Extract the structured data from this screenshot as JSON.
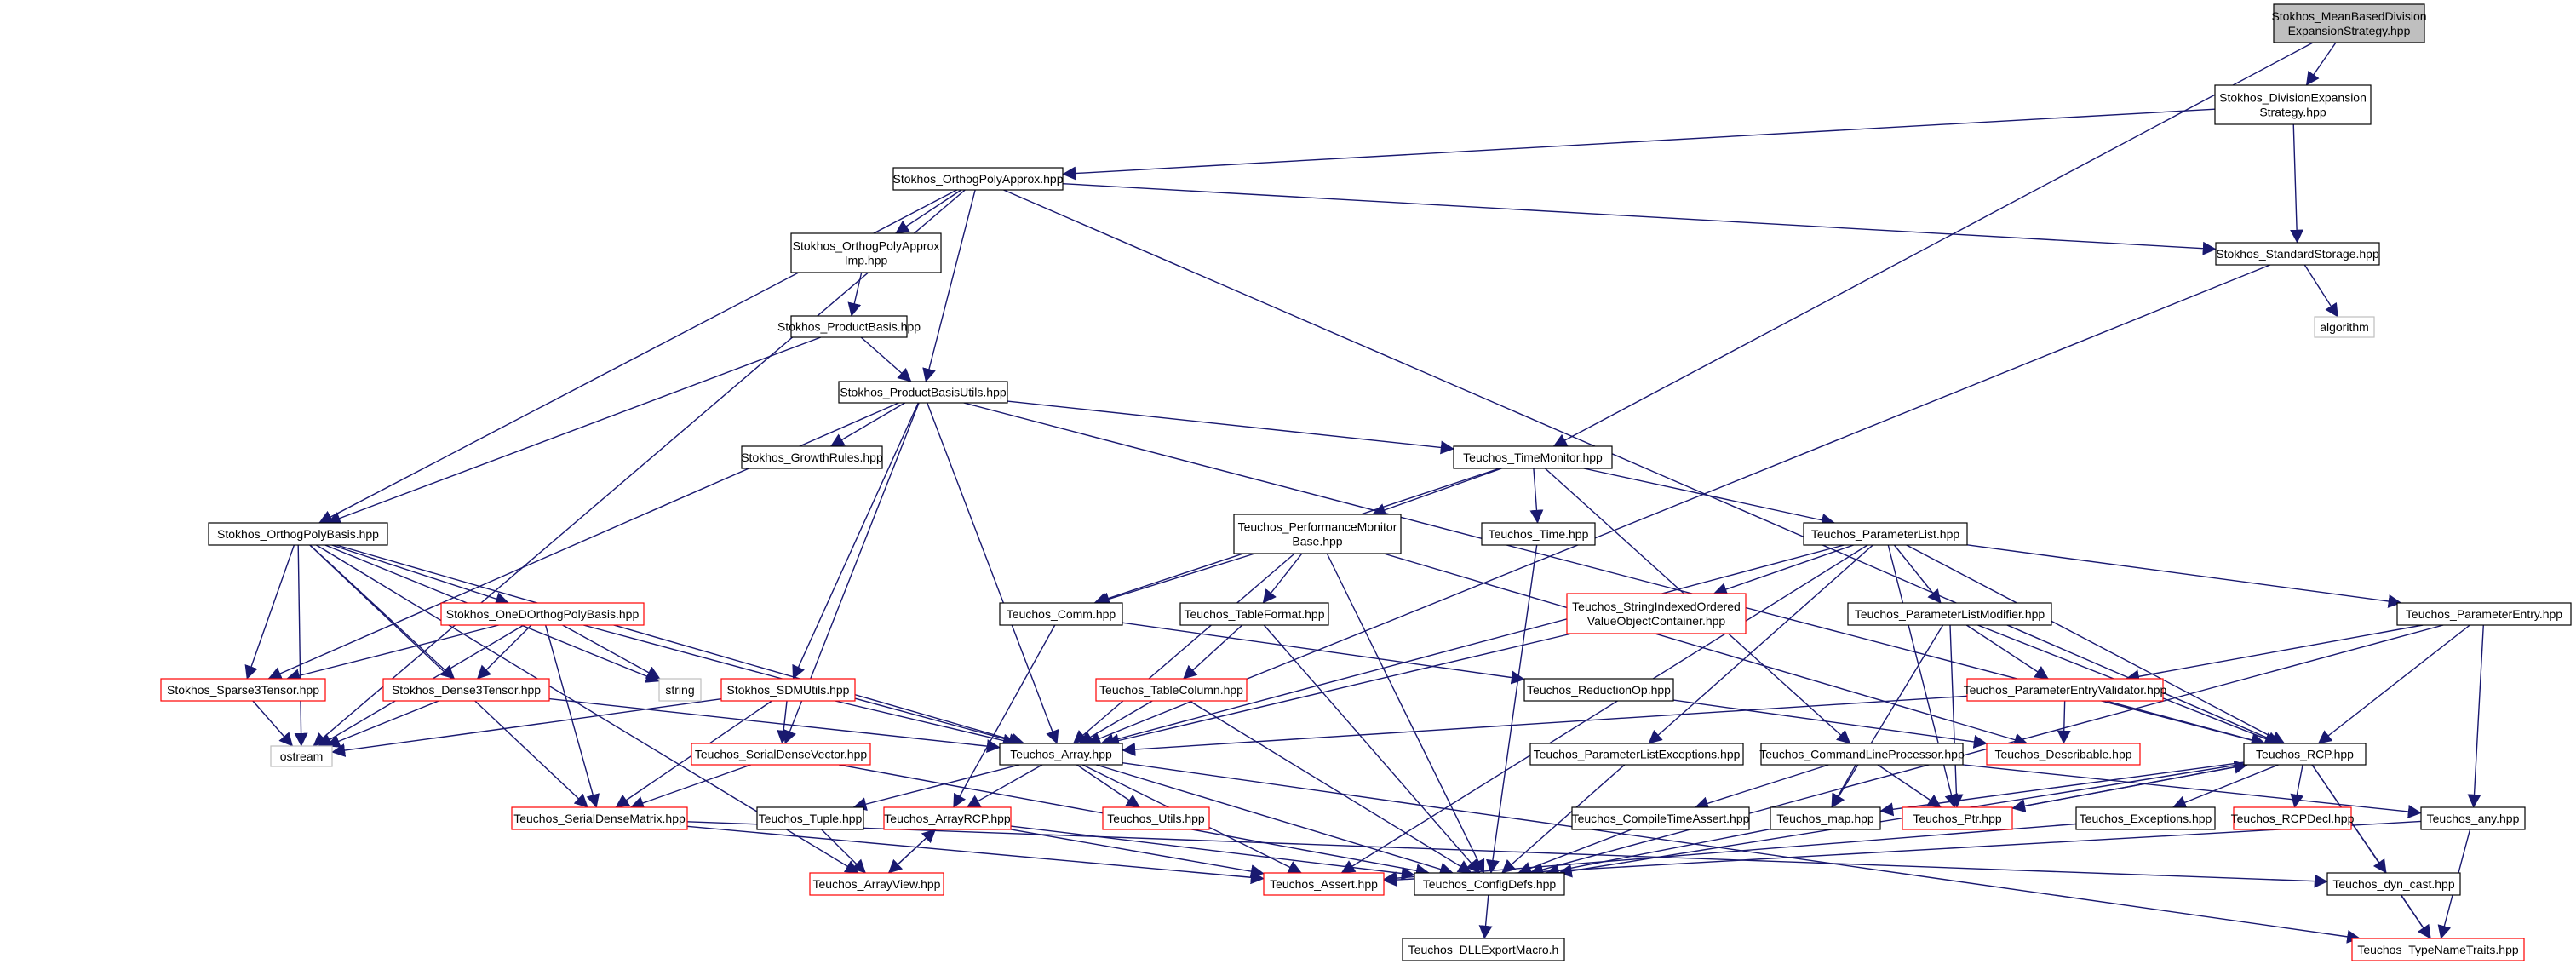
{
  "colors": {
    "edge": "#191970",
    "border_default": "#000000",
    "border_red": "#ff0000",
    "border_gray": "#bfbfbf",
    "root_fill": "#bfbfbf",
    "fill": "#ffffff"
  },
  "nodes": {
    "n1": {
      "lines": [
        "Stokhos_MeanBasedDivision",
        "ExpansionStrategy.hpp"
      ],
      "style": "root"
    },
    "n2": {
      "lines": [
        "Stokhos_DivisionExpansion",
        "Strategy.hpp"
      ],
      "style": "black"
    },
    "n3": {
      "lines": [
        "Stokhos_OrthogPolyApprox.hpp"
      ],
      "style": "black"
    },
    "n4": {
      "lines": [
        "Stokhos_OrthogPolyApprox",
        "Imp.hpp"
      ],
      "style": "black"
    },
    "n5": {
      "lines": [
        "Stokhos_ProductBasis.hpp"
      ],
      "style": "black"
    },
    "n6": {
      "lines": [
        "Stokhos_ProductBasisUtils.hpp"
      ],
      "style": "black"
    },
    "n7": {
      "lines": [
        "Stokhos_StandardStorage.hpp"
      ],
      "style": "black"
    },
    "n8": {
      "lines": [
        "algorithm"
      ],
      "style": "gray"
    },
    "n9": {
      "lines": [
        "Stokhos_GrowthRules.hpp"
      ],
      "style": "black"
    },
    "n10": {
      "lines": [
        "Teuchos_TimeMonitor.hpp"
      ],
      "style": "black"
    },
    "n11": {
      "lines": [
        "Stokhos_OrthogPolyBasis.hpp"
      ],
      "style": "black"
    },
    "n12": {
      "lines": [
        "Teuchos_PerformanceMonitor",
        "Base.hpp"
      ],
      "style": "black"
    },
    "n13": {
      "lines": [
        "Teuchos_Time.hpp"
      ],
      "style": "black"
    },
    "n14": {
      "lines": [
        "Teuchos_ParameterList.hpp"
      ],
      "style": "black"
    },
    "n15": {
      "lines": [
        "Stokhos_OneDOrthogPolyBasis.hpp"
      ],
      "style": "red"
    },
    "n16": {
      "lines": [
        "Teuchos_Comm.hpp"
      ],
      "style": "black"
    },
    "n17": {
      "lines": [
        "Teuchos_TableFormat.hpp"
      ],
      "style": "black"
    },
    "n18": {
      "lines": [
        "Teuchos_StringIndexedOrdered",
        "ValueObjectContainer.hpp"
      ],
      "style": "red"
    },
    "n19": {
      "lines": [
        "Teuchos_ParameterListModifier.hpp"
      ],
      "style": "black"
    },
    "n20": {
      "lines": [
        "Teuchos_ParameterEntry.hpp"
      ],
      "style": "black"
    },
    "n21": {
      "lines": [
        "Stokhos_Sparse3Tensor.hpp"
      ],
      "style": "red"
    },
    "n22": {
      "lines": [
        "Stokhos_Dense3Tensor.hpp"
      ],
      "style": "red"
    },
    "n23": {
      "lines": [
        "string"
      ],
      "style": "gray"
    },
    "n24": {
      "lines": [
        "Stokhos_SDMUtils.hpp"
      ],
      "style": "red"
    },
    "n25": {
      "lines": [
        "Teuchos_TableColumn.hpp"
      ],
      "style": "red"
    },
    "n26": {
      "lines": [
        "Teuchos_ReductionOp.hpp"
      ],
      "style": "black"
    },
    "n27": {
      "lines": [
        "Teuchos_ParameterEntryValidator.hpp"
      ],
      "style": "red"
    },
    "n28": {
      "lines": [
        "ostream"
      ],
      "style": "gray"
    },
    "n29": {
      "lines": [
        "Teuchos_SerialDenseVector.hpp"
      ],
      "style": "red"
    },
    "n30": {
      "lines": [
        "Teuchos_Array.hpp"
      ],
      "style": "black"
    },
    "n31": {
      "lines": [
        "Teuchos_ParameterListExceptions.hpp"
      ],
      "style": "black"
    },
    "n32": {
      "lines": [
        "Teuchos_CommandLineProcessor.hpp"
      ],
      "style": "black"
    },
    "n33": {
      "lines": [
        "Teuchos_Describable.hpp"
      ],
      "style": "red"
    },
    "n34": {
      "lines": [
        "Teuchos_RCP.hpp"
      ],
      "style": "black"
    },
    "n35": {
      "lines": [
        "Teuchos_SerialDenseMatrix.hpp"
      ],
      "style": "red"
    },
    "n36": {
      "lines": [
        "Teuchos_Tuple.hpp"
      ],
      "style": "black"
    },
    "n37": {
      "lines": [
        "Teuchos_ArrayRCP.hpp"
      ],
      "style": "red"
    },
    "n38": {
      "lines": [
        "Teuchos_Utils.hpp"
      ],
      "style": "red"
    },
    "n39": {
      "lines": [
        "Teuchos_CompileTimeAssert.hpp"
      ],
      "style": "black"
    },
    "n40": {
      "lines": [
        "Teuchos_map.hpp"
      ],
      "style": "black"
    },
    "n41": {
      "lines": [
        "Teuchos_Ptr.hpp"
      ],
      "style": "red"
    },
    "n42": {
      "lines": [
        "Teuchos_Exceptions.hpp"
      ],
      "style": "black"
    },
    "n43": {
      "lines": [
        "Teuchos_RCPDecl.hpp"
      ],
      "style": "red"
    },
    "n44": {
      "lines": [
        "Teuchos_any.hpp"
      ],
      "style": "black"
    },
    "n45": {
      "lines": [
        "Teuchos_ArrayView.hpp"
      ],
      "style": "red"
    },
    "n46": {
      "lines": [
        "Teuchos_Assert.hpp"
      ],
      "style": "red"
    },
    "n47": {
      "lines": [
        "Teuchos_ConfigDefs.hpp"
      ],
      "style": "black"
    },
    "n48": {
      "lines": [
        "Teuchos_dyn_cast.hpp"
      ],
      "style": "black"
    },
    "n49": {
      "lines": [
        "Teuchos_DLLExportMacro.h"
      ],
      "style": "black"
    },
    "n50": {
      "lines": [
        "Teuchos_TypeNameTraits.hpp"
      ],
      "style": "red"
    }
  },
  "edges": [
    [
      "n1",
      "n2"
    ],
    [
      "n1",
      "n10"
    ],
    [
      "n2",
      "n3"
    ],
    [
      "n2",
      "n7"
    ],
    [
      "n3",
      "n4"
    ],
    [
      "n3",
      "n6"
    ],
    [
      "n3",
      "n7"
    ],
    [
      "n3",
      "n11"
    ],
    [
      "n3",
      "n28"
    ],
    [
      "n3",
      "n34"
    ],
    [
      "n4",
      "n5"
    ],
    [
      "n5",
      "n6"
    ],
    [
      "n5",
      "n11"
    ],
    [
      "n6",
      "n9"
    ],
    [
      "n6",
      "n10"
    ],
    [
      "n6",
      "n21"
    ],
    [
      "n6",
      "n24"
    ],
    [
      "n6",
      "n29"
    ],
    [
      "n6",
      "n30"
    ],
    [
      "n6",
      "n34"
    ],
    [
      "n7",
      "n8"
    ],
    [
      "n7",
      "n30"
    ],
    [
      "n10",
      "n12"
    ],
    [
      "n10",
      "n13"
    ],
    [
      "n10",
      "n14"
    ],
    [
      "n10",
      "n16"
    ],
    [
      "n10",
      "n32"
    ],
    [
      "n11",
      "n15"
    ],
    [
      "n11",
      "n21"
    ],
    [
      "n11",
      "n22"
    ],
    [
      "n11",
      "n23"
    ],
    [
      "n11",
      "n28"
    ],
    [
      "n11",
      "n30"
    ],
    [
      "n11",
      "n35"
    ],
    [
      "n11",
      "n45"
    ],
    [
      "n12",
      "n16"
    ],
    [
      "n12",
      "n17"
    ],
    [
      "n12",
      "n30"
    ],
    [
      "n12",
      "n33"
    ],
    [
      "n12",
      "n47"
    ],
    [
      "n13",
      "n47"
    ],
    [
      "n14",
      "n18"
    ],
    [
      "n14",
      "n19"
    ],
    [
      "n14",
      "n20"
    ],
    [
      "n14",
      "n30"
    ],
    [
      "n14",
      "n31"
    ],
    [
      "n14",
      "n34"
    ],
    [
      "n14",
      "n41"
    ],
    [
      "n14",
      "n46"
    ],
    [
      "n15",
      "n21"
    ],
    [
      "n15",
      "n22"
    ],
    [
      "n15",
      "n23"
    ],
    [
      "n15",
      "n28"
    ],
    [
      "n15",
      "n30"
    ],
    [
      "n15",
      "n35"
    ],
    [
      "n16",
      "n26"
    ],
    [
      "n16",
      "n37"
    ],
    [
      "n17",
      "n25"
    ],
    [
      "n17",
      "n47"
    ],
    [
      "n18",
      "n30"
    ],
    [
      "n19",
      "n27"
    ],
    [
      "n19",
      "n34"
    ],
    [
      "n19",
      "n40"
    ],
    [
      "n19",
      "n41"
    ],
    [
      "n20",
      "n27"
    ],
    [
      "n20",
      "n34"
    ],
    [
      "n20",
      "n44"
    ],
    [
      "n20",
      "n47"
    ],
    [
      "n21",
      "n28"
    ],
    [
      "n22",
      "n28"
    ],
    [
      "n22",
      "n30"
    ],
    [
      "n24",
      "n28"
    ],
    [
      "n24",
      "n29"
    ],
    [
      "n24",
      "n30"
    ],
    [
      "n24",
      "n35"
    ],
    [
      "n25",
      "n30"
    ],
    [
      "n25",
      "n47"
    ],
    [
      "n26",
      "n33"
    ],
    [
      "n27",
      "n30"
    ],
    [
      "n27",
      "n33"
    ],
    [
      "n27",
      "n34"
    ],
    [
      "n29",
      "n35"
    ],
    [
      "n29",
      "n47"
    ],
    [
      "n30",
      "n36"
    ],
    [
      "n30",
      "n37"
    ],
    [
      "n30",
      "n38"
    ],
    [
      "n30",
      "n46"
    ],
    [
      "n30",
      "n47"
    ],
    [
      "n30",
      "n50"
    ],
    [
      "n31",
      "n47"
    ],
    [
      "n32",
      "n39"
    ],
    [
      "n32",
      "n40"
    ],
    [
      "n32",
      "n41"
    ],
    [
      "n32",
      "n44"
    ],
    [
      "n34",
      "n40"
    ],
    [
      "n34",
      "n41"
    ],
    [
      "n34",
      "n42"
    ],
    [
      "n34",
      "n43"
    ],
    [
      "n34",
      "n47"
    ],
    [
      "n34",
      "n48"
    ],
    [
      "n34",
      "n50"
    ],
    [
      "n35",
      "n46"
    ],
    [
      "n35",
      "n48"
    ],
    [
      "n36",
      "n45"
    ],
    [
      "n37",
      "n45"
    ],
    [
      "n37",
      "n46"
    ],
    [
      "n37",
      "n47"
    ],
    [
      "n39",
      "n47"
    ],
    [
      "n40",
      "n47"
    ],
    [
      "n41",
      "n34"
    ],
    [
      "n42",
      "n46"
    ],
    [
      "n44",
      "n46"
    ],
    [
      "n44",
      "n50"
    ],
    [
      "n45",
      "n37"
    ],
    [
      "n47",
      "n49"
    ],
    [
      "n48",
      "n50"
    ]
  ]
}
